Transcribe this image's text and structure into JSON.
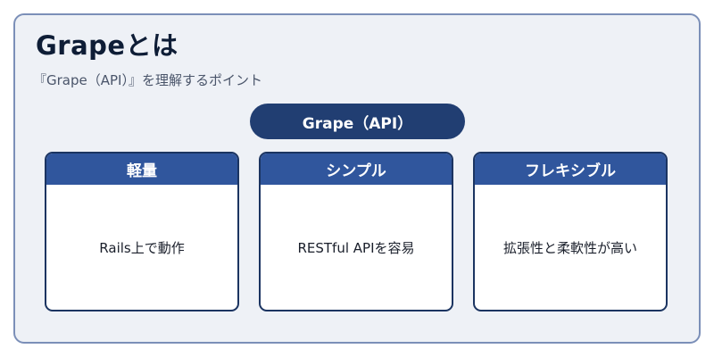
{
  "title": "Grapeとは",
  "subtitle": "『Grape（API）』を理解するポイント",
  "center_label": "Grape（API）",
  "cards": [
    {
      "header": "軽量",
      "body": "Rails上で動作"
    },
    {
      "header": "シンプル",
      "body": "RESTful APIを容易"
    },
    {
      "header": "フレキシブル",
      "body": "拡張性と柔軟性が高い"
    }
  ],
  "colors": {
    "panel_bg": "#eef1f6",
    "panel_border": "#7b8fb8",
    "pill_bg": "#213e72",
    "card_header_bg": "#30569d",
    "card_border": "#1b3461"
  }
}
